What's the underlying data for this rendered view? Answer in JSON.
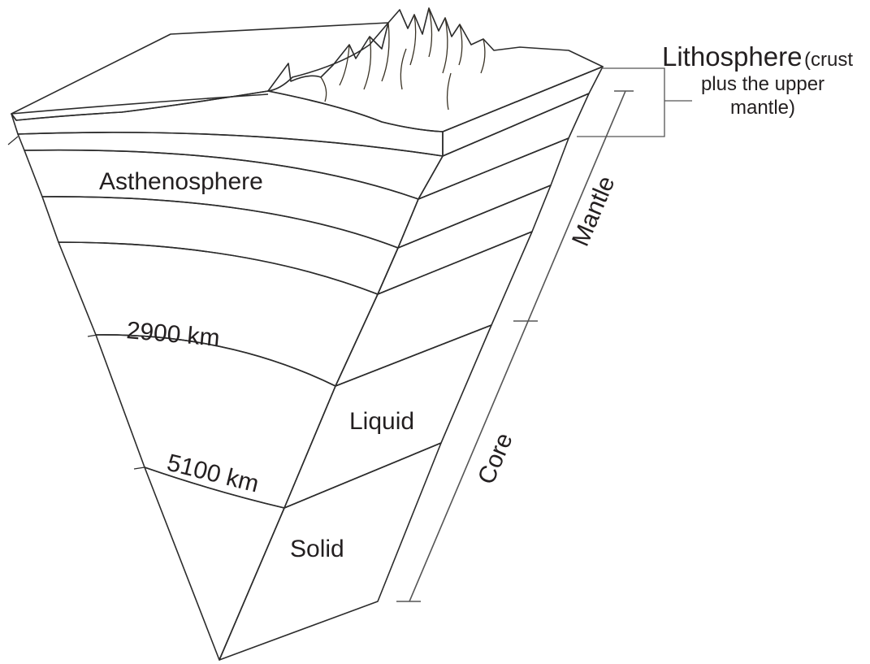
{
  "diagram": {
    "labels": {
      "lithosphere_title": "Lithosphere",
      "lithosphere_paren": "(crust",
      "lithosphere_line2": "plus the upper",
      "lithosphere_line3": "mantle)",
      "asthenosphere": "Asthenosphere",
      "depth_2900": "2900 km",
      "depth_5100": "5100 km",
      "liquid": "Liquid",
      "solid": "Solid",
      "mantle": "Mantle",
      "core": "Core"
    },
    "colors": {
      "ocean": "#6ec6ee",
      "crust": "#bd9a63",
      "upper_mantle": "#b5673f",
      "asthenosphere": "#b86268",
      "transition_zone": "#db2455",
      "lower_mantle": "#d9261f",
      "outer_core": "#e4761a",
      "inner_core": "#fff200"
    }
  }
}
